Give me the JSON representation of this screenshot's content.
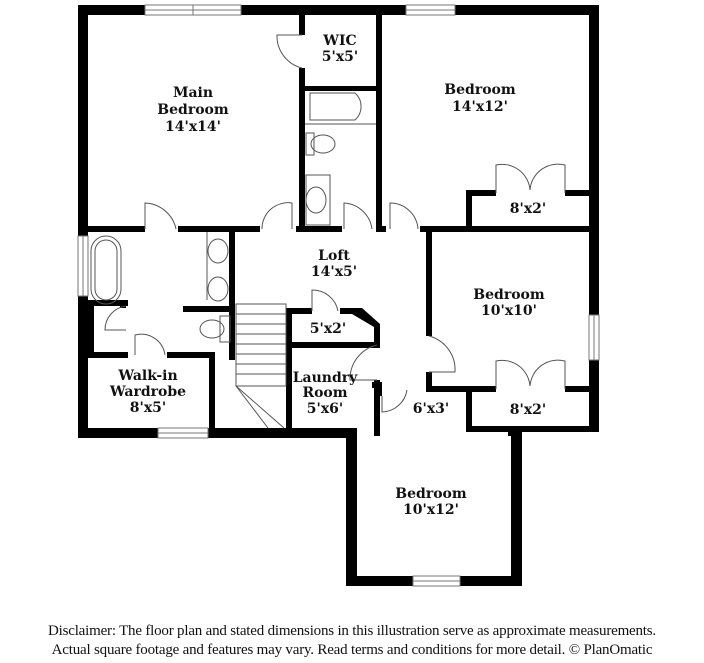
{
  "floor_plan": {
    "rooms": [
      {
        "id": "main-bedroom",
        "name_lines": [
          "Main",
          "Bedroom"
        ],
        "dimensions": "14'x14'"
      },
      {
        "id": "wic",
        "name_lines": [
          "WIC"
        ],
        "dimensions": "5'x5'"
      },
      {
        "id": "bedroom-ne",
        "name_lines": [
          "Bedroom"
        ],
        "dimensions": "14'x12'"
      },
      {
        "id": "closet-ne",
        "name_lines": [],
        "dimensions": "8'x2'"
      },
      {
        "id": "loft",
        "name_lines": [
          "Loft"
        ],
        "dimensions": "14'x5'"
      },
      {
        "id": "closet-loft",
        "name_lines": [],
        "dimensions": "5'x2'"
      },
      {
        "id": "bedroom-e",
        "name_lines": [
          "Bedroom"
        ],
        "dimensions": "10'x10'"
      },
      {
        "id": "closet-e",
        "name_lines": [],
        "dimensions": "8'x2'"
      },
      {
        "id": "walk-in-wardrobe",
        "name_lines": [
          "Walk-in",
          "Wardrobe"
        ],
        "dimensions": "8'x5'"
      },
      {
        "id": "laundry-room",
        "name_lines": [
          "Laundry",
          "Room"
        ],
        "dimensions": "5'x6'"
      },
      {
        "id": "hall",
        "name_lines": [],
        "dimensions": "6'x3'"
      },
      {
        "id": "bedroom-s",
        "name_lines": [
          "Bedroom"
        ],
        "dimensions": "10'x12'"
      }
    ],
    "labels": {
      "main_bedroom_1": "Main",
      "main_bedroom_2": "Bedroom",
      "main_bedroom_dim": "14'x14'",
      "wic_1": "WIC",
      "wic_dim": "5'x5'",
      "bedroom_ne_1": "Bedroom",
      "bedroom_ne_dim": "14'x12'",
      "closet_ne_dim": "8'x2'",
      "loft_1": "Loft",
      "loft_dim": "14'x5'",
      "closet_loft_dim": "5'x2'",
      "bedroom_e_1": "Bedroom",
      "bedroom_e_dim": "10'x10'",
      "closet_e_dim": "8'x2'",
      "wardrobe_1": "Walk-in",
      "wardrobe_2": "Wardrobe",
      "wardrobe_dim": "8'x5'",
      "laundry_1": "Laundry",
      "laundry_2": "Room",
      "laundry_dim": "5'x6'",
      "hall_dim": "6'x3'",
      "bedroom_s_1": "Bedroom",
      "bedroom_s_dim": "10'x12'"
    },
    "colors": {
      "wall": "#000000",
      "fixture": "#555555",
      "background": "#ffffff"
    }
  },
  "disclaimer": {
    "line1": "Disclaimer: The floor plan and stated dimensions in this illustration serve as approximate measurements.",
    "line2": "Actual square footage and features may vary. Read terms and conditions for more detail. © PlanOmatic"
  }
}
